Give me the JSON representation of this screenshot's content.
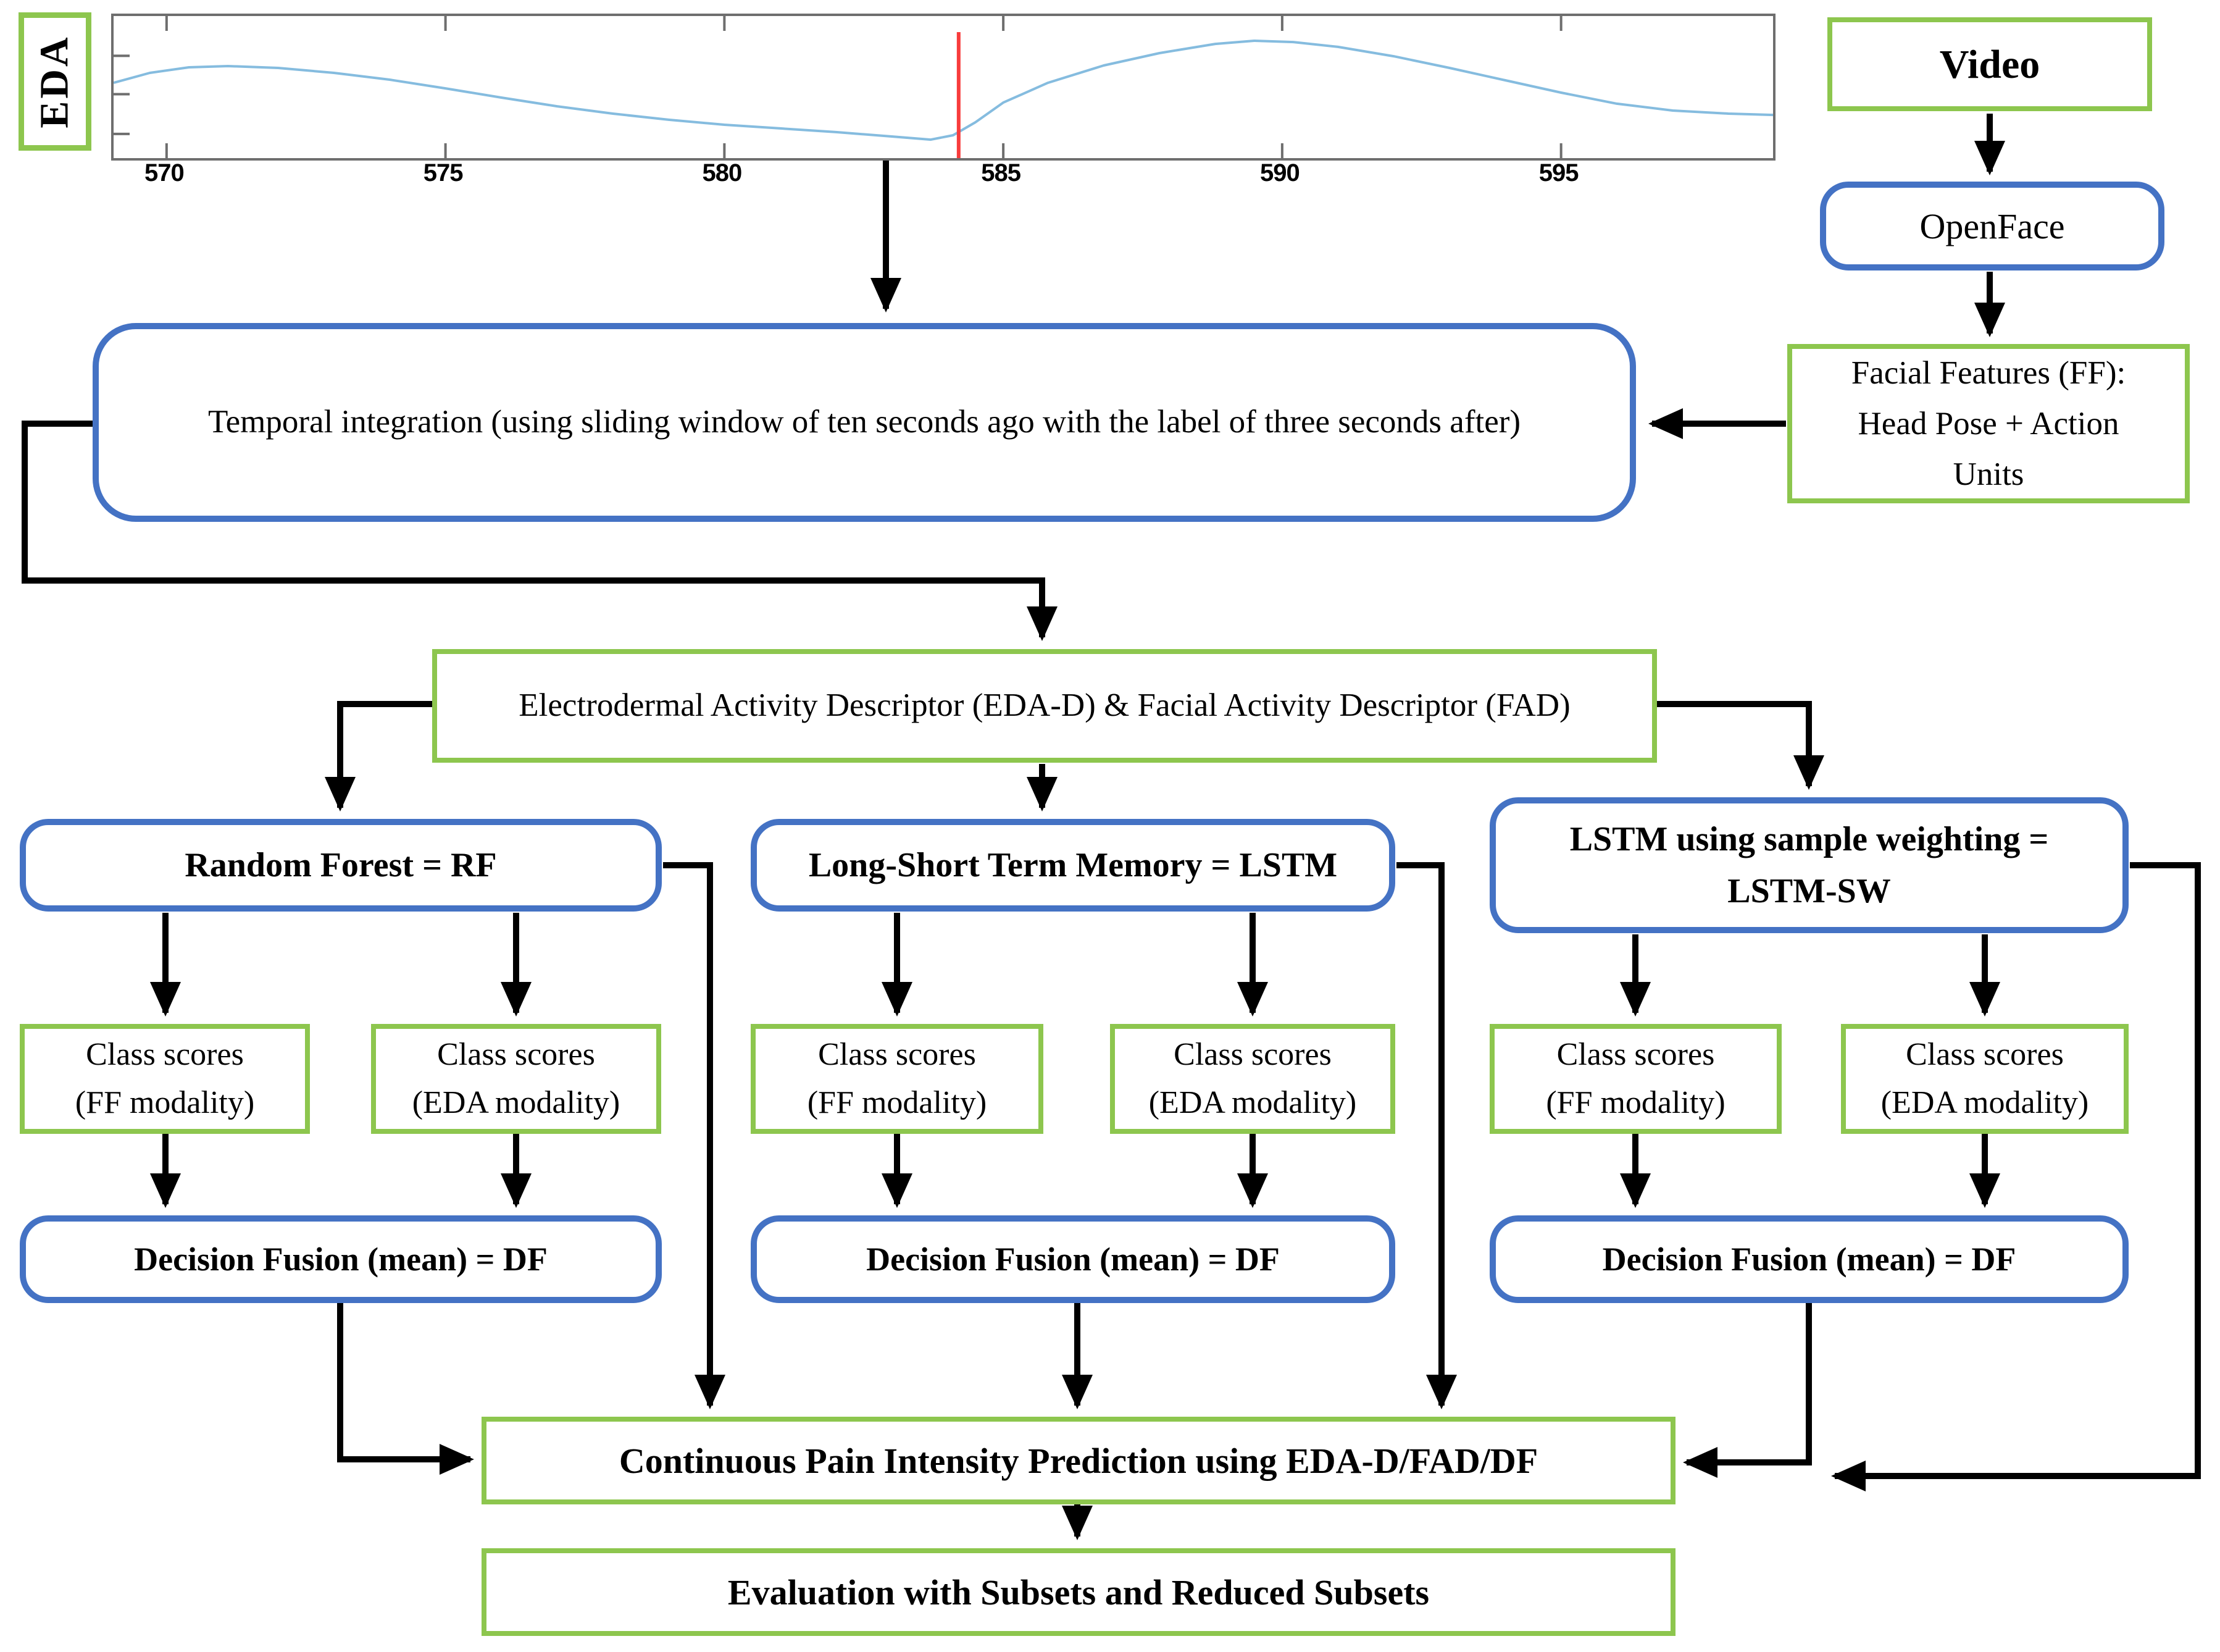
{
  "colors": {
    "green": "#8DC64E",
    "blue": "#4472C4",
    "line": "#000000",
    "curve": "#85BCDF",
    "red": "#F83C3C",
    "plotborder": "#6E6E6E"
  },
  "nodes": {
    "video": {
      "label": "Video"
    },
    "openface": {
      "label": "OpenFace"
    },
    "facial_features": {
      "label": "Facial Features (FF):\nHead Pose + Action\nUnits"
    },
    "temporal": {
      "label": "Temporal integration (using sliding window of ten seconds ago with the label of three seconds after)"
    },
    "descriptor": {
      "label": "Electrodermal Activity Descriptor (EDA-D) & Facial Activity Descriptor (FAD)"
    },
    "rf": {
      "label": "Random Forest = RF"
    },
    "lstm": {
      "label": "Long-Short Term Memory = LSTM"
    },
    "lstm_sw": {
      "label": "LSTM using sample weighting =\nLSTM-SW"
    },
    "class_ff": {
      "label": "Class scores\n(FF modality)"
    },
    "class_eda": {
      "label": "Class scores\n(EDA modality)"
    },
    "df": {
      "label": "Decision Fusion (mean) = DF"
    },
    "prediction": {
      "label": "Continuous Pain Intensity Prediction using EDA-D/FAD/DF"
    },
    "evaluation": {
      "label": "Evaluation with Subsets and Reduced Subsets"
    }
  },
  "chart_data": {
    "type": "line",
    "title": "",
    "ylabel": "EDA",
    "xlabel": "",
    "x_range": [
      569.05,
      598.8
    ],
    "x_ticks": [
      570,
      575,
      580,
      585,
      590,
      595
    ],
    "y_ticks_norm": [
      0.72,
      0.45,
      0.17
    ],
    "grid": false,
    "legend": "none",
    "annotations": [
      {
        "type": "vline",
        "x": 584.2,
        "color": "#F83C3C"
      }
    ],
    "series": [
      {
        "name": "EDA signal",
        "color": "#85BCDF",
        "x": [
          569.05,
          569.7,
          570.4,
          571.1,
          572,
          573,
          574,
          575,
          576,
          577,
          578,
          579,
          580,
          581,
          582,
          583,
          583.7,
          584.1,
          584.5,
          585,
          585.8,
          586.8,
          587.8,
          588.8,
          589.5,
          590.2,
          591,
          592,
          593,
          594,
          595,
          596,
          597,
          598,
          598.8
        ],
        "y_norm": [
          0.53,
          0.6,
          0.639,
          0.648,
          0.635,
          0.6,
          0.552,
          0.491,
          0.426,
          0.365,
          0.313,
          0.27,
          0.235,
          0.209,
          0.183,
          0.152,
          0.13,
          0.161,
          0.252,
          0.391,
          0.53,
          0.652,
          0.739,
          0.804,
          0.826,
          0.817,
          0.783,
          0.717,
          0.635,
          0.548,
          0.461,
          0.383,
          0.335,
          0.313,
          0.304
        ]
      }
    ]
  }
}
